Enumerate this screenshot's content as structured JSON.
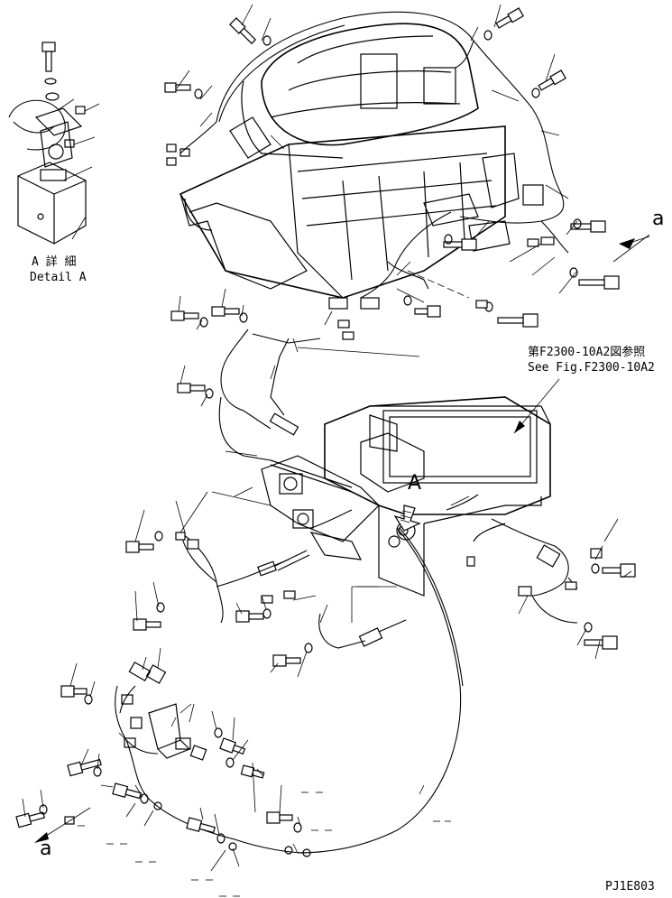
{
  "detail_label": {
    "jp": "A 詳 細",
    "en": "Detail A"
  },
  "reference": {
    "jp": "第F2300-10A2図参照",
    "en": "See Fig.F2300-10A2"
  },
  "view_marker": "A",
  "connector_mark_top": "a",
  "connector_mark_bottom": "a",
  "drawing_code": "PJ1E803"
}
